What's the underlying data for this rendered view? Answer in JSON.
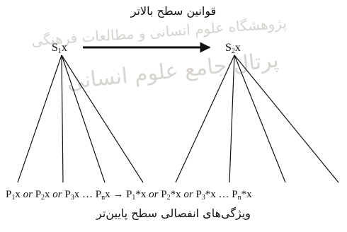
{
  "top_caption": "قوانین سطح بالاتر",
  "bottom_caption": "ویژگی‌های انفصالی سطح پایین‌تر",
  "left_node": {
    "base": "S",
    "sub": "1",
    "tail": "x"
  },
  "right_node": {
    "base": "S",
    "sub": "2",
    "tail": "x"
  },
  "watermark": {
    "line1": "پرتال جامع علوم انسانی",
    "line2": "پژوهشگاه علوم انسانی و مطالعات فرهنگی",
    "color": "#d7d3cf"
  },
  "left_leaves": [
    {
      "base": "P",
      "sub": "1",
      "tail": "x"
    },
    {
      "text": "or"
    },
    {
      "base": "P",
      "sub": "2",
      "tail": "x"
    },
    {
      "text": "or"
    },
    {
      "base": "P",
      "sub": "3",
      "tail": "x"
    },
    {
      "text": "…"
    },
    {
      "base": "P",
      "sub": "n",
      "tail": "x"
    }
  ],
  "arrow_symbol": "→",
  "right_leaves": [
    {
      "base": "P",
      "sub": "1",
      "tail": "*x"
    },
    {
      "text": "or"
    },
    {
      "base": "P",
      "sub": "2",
      "tail": "*x"
    },
    {
      "text": "or"
    },
    {
      "base": "P",
      "sub": "3",
      "tail": "*x"
    },
    {
      "text": "…"
    },
    {
      "base": "P",
      "sub": "n",
      "tail": "*x"
    }
  ],
  "colors": {
    "ink": "#111111",
    "background": "#ffffff"
  }
}
